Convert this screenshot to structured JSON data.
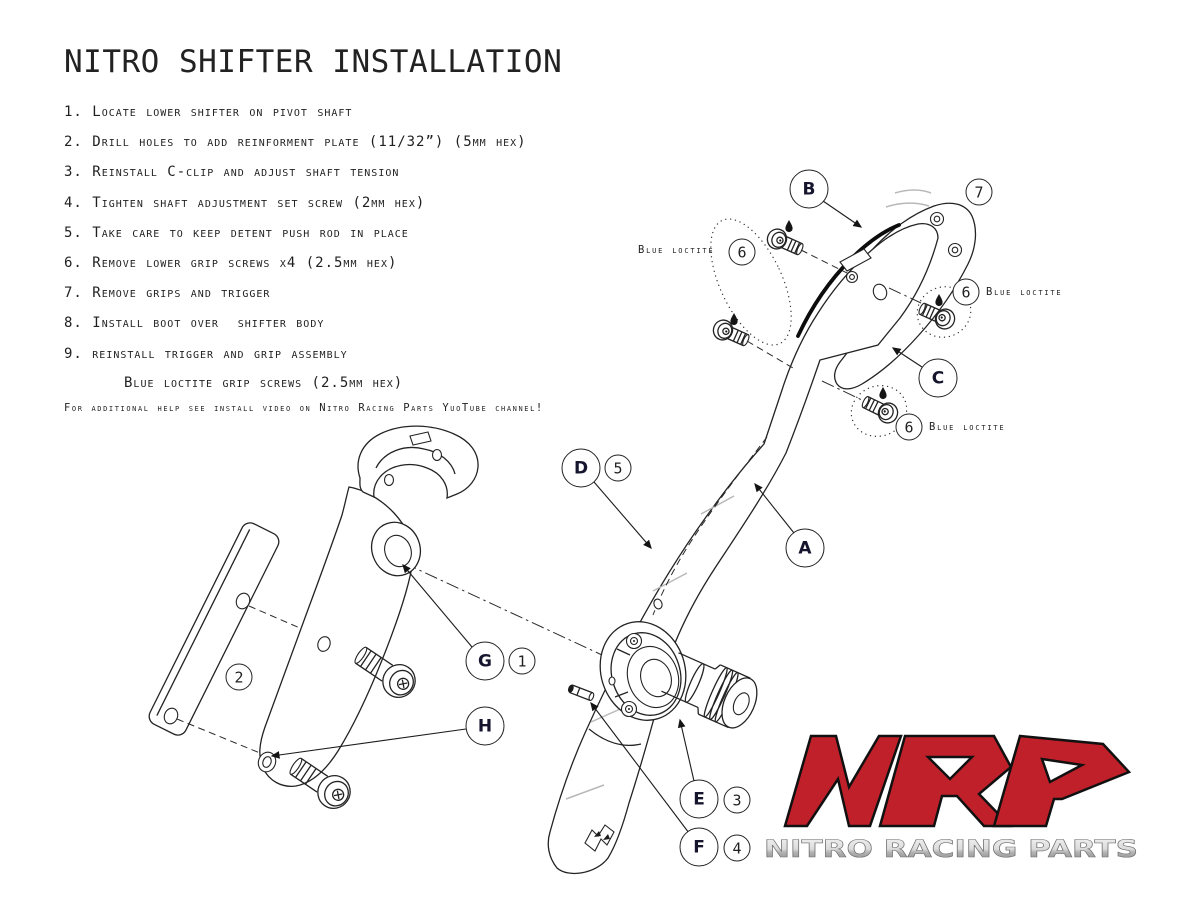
{
  "title": "NITRO SHIFTER INSTALLATION",
  "steps": [
    "1. Locate lower shifter on pivot shaft",
    "2. Drill holes to add reinforment plate (11/32”) (5mm hex)",
    "3. Reinstall C-clip and adjust shaft tension",
    "4. Tighten shaft adjustment set screw (2mm hex)",
    "5. Take care to keep detent push rod in place",
    "6. Remove lower grip screws x4 (2.5mm hex)",
    "7. Remove grips and trigger",
    "8. Install boot over  shifter body",
    "9. reinstall trigger and grip assembly"
  ],
  "step9_sub": "Blue loctite grip screws (2.5mm hex)",
  "footer_note": "For additional help see install video on Nitro Racing Parts YuoTube channel!",
  "diagram": {
    "letters": [
      "A",
      "B",
      "C",
      "D",
      "E",
      "F",
      "G",
      "H"
    ],
    "numbers": [
      "1",
      "2",
      "3",
      "4",
      "5",
      "6",
      "7"
    ],
    "loctite_label": "Blue loctite"
  },
  "logo": {
    "acronym": "NRP",
    "wordmark": "NITRO RACING PARTS"
  },
  "colors": {
    "logo_red": "#c0202a",
    "logo_outline": "#111111",
    "ink": "#1f1f1f",
    "line": "#232323",
    "chrome_light": "#f2f2f2",
    "chrome_dark": "#878787"
  }
}
